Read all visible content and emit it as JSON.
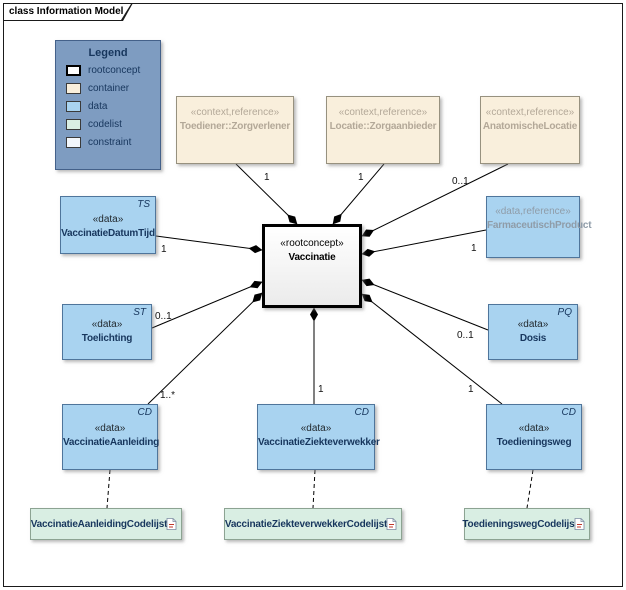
{
  "frame": {
    "tab_title": "class Information Model"
  },
  "legend": {
    "title": "Legend",
    "items": [
      {
        "key": "rootconcept",
        "label": "rootconcept"
      },
      {
        "key": "container",
        "label": "container"
      },
      {
        "key": "data",
        "label": "data"
      },
      {
        "key": "codelist",
        "label": "codelist"
      },
      {
        "key": "constraint",
        "label": "constraint"
      }
    ]
  },
  "nodes": {
    "zorgverlener": {
      "stereotype": "«context,reference»",
      "name": "Toediener::Zorgverlener"
    },
    "zorgaanbieder": {
      "stereotype": "«context,reference»",
      "name": "Locatie::Zorgaanbieder"
    },
    "anatomische_locatie": {
      "stereotype": "«context,reference»",
      "name": "AnatomischeLocatie"
    },
    "vaccinatie": {
      "stereotype": "«rootconcept»",
      "name": "Vaccinatie"
    },
    "farmaceutisch_product": {
      "stereotype": "«data,reference»",
      "name": "FarmaceutischProduct"
    },
    "vaccinatie_datum_tijd": {
      "stereotype": "«data»",
      "name": "VaccinatieDatumTijd",
      "type": "TS"
    },
    "toelichting": {
      "stereotype": "«data»",
      "name": "Toelichting",
      "type": "ST"
    },
    "dosis": {
      "stereotype": "«data»",
      "name": "Dosis",
      "type": "PQ"
    },
    "vaccinatie_aanleiding": {
      "stereotype": "«data»",
      "name": "VaccinatieAanleiding",
      "type": "CD"
    },
    "vaccinatie_ziekteverwekker": {
      "stereotype": "«data»",
      "name": "VaccinatieZiekteverwekker",
      "type": "CD"
    },
    "toedieningsweg": {
      "stereotype": "«data»",
      "name": "Toedieningsweg",
      "type": "CD"
    },
    "vaccinatie_aanleiding_codelijst": {
      "name": "VaccinatieAanleidingCodelijst"
    },
    "vaccinatie_ziekteverwekker_codelijst": {
      "name": "VaccinatieZiekteverwekkerCodelijst"
    },
    "toedieningsweg_codelijst": {
      "name": "ToedieningswegCodelijst"
    }
  },
  "multiplicities": {
    "datumtijd": "1",
    "toelichting": "0..1",
    "aanleiding": "1..*",
    "zorgverlener": "1",
    "zorgaanbieder": "1",
    "anatomische": "0..1",
    "product": "1",
    "dosis": "0..1",
    "toedieningsweg": "1",
    "ziekteverwekker": "1"
  },
  "colors": {
    "rootconcept_fill": "#ffffff",
    "container_fill": "#f9efdc",
    "data_fill": "#a9d3f0",
    "codelist_fill": "#d9eee3",
    "constraint_fill": "#f2f6fb",
    "legend_fill": "#7e9cc1",
    "connector": "#000000",
    "name_text": "#17365d",
    "reference_text": "#8f9ca8"
  }
}
